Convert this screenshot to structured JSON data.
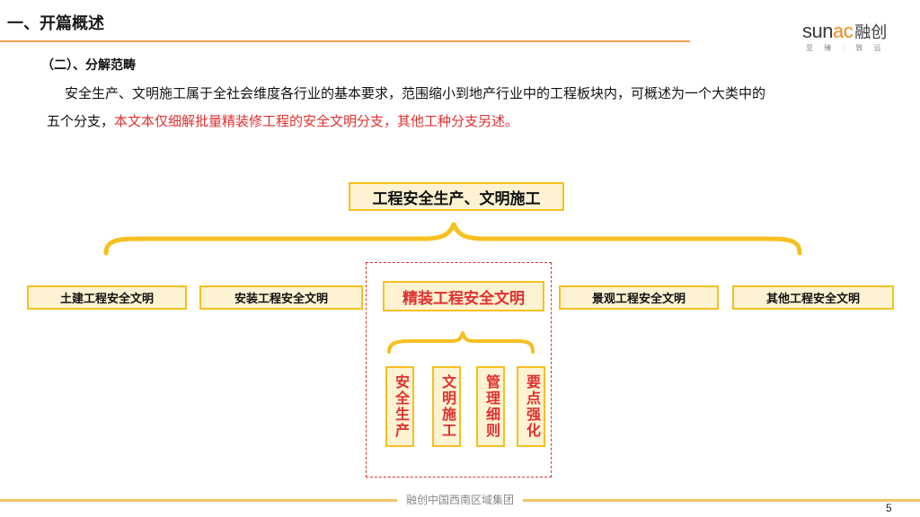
{
  "header": {
    "section_title": "一、开篇概述",
    "subheading": "（二）、分解范畴"
  },
  "logo": {
    "brand_latin_prefix": "sun",
    "brand_latin_accent": "ac",
    "brand_cn": "融创",
    "tagline": "至 臻 · 致 远"
  },
  "intro": {
    "line1": "安全生产、文明施工属于全社会维度各行业的基本要求，范围缩小到地产行业中的工程板块内，可概述为一个大类中的",
    "line2_black": "五个分支，",
    "line2_red": "本文本仅细解批量精装修工程的安全文明分支，其他工种分支另述。"
  },
  "diagram": {
    "root": "工程安全生产、文明施工",
    "branches": [
      "土建工程安全文明",
      "安装工程安全文明",
      "精装工程安全文明",
      "景观工程安全文明",
      "其他工程安全文明"
    ],
    "sub_items": [
      "安全生产",
      "文明施工",
      "管理细则",
      "要点强化"
    ]
  },
  "colors": {
    "accent_yellow": "#f5c020",
    "box_fill": "#fdf3d2",
    "highlight_red": "#e03030",
    "title_rule": "#f0a050"
  },
  "footer": {
    "company": "融创中国西南区域集团",
    "page_number": "5"
  }
}
